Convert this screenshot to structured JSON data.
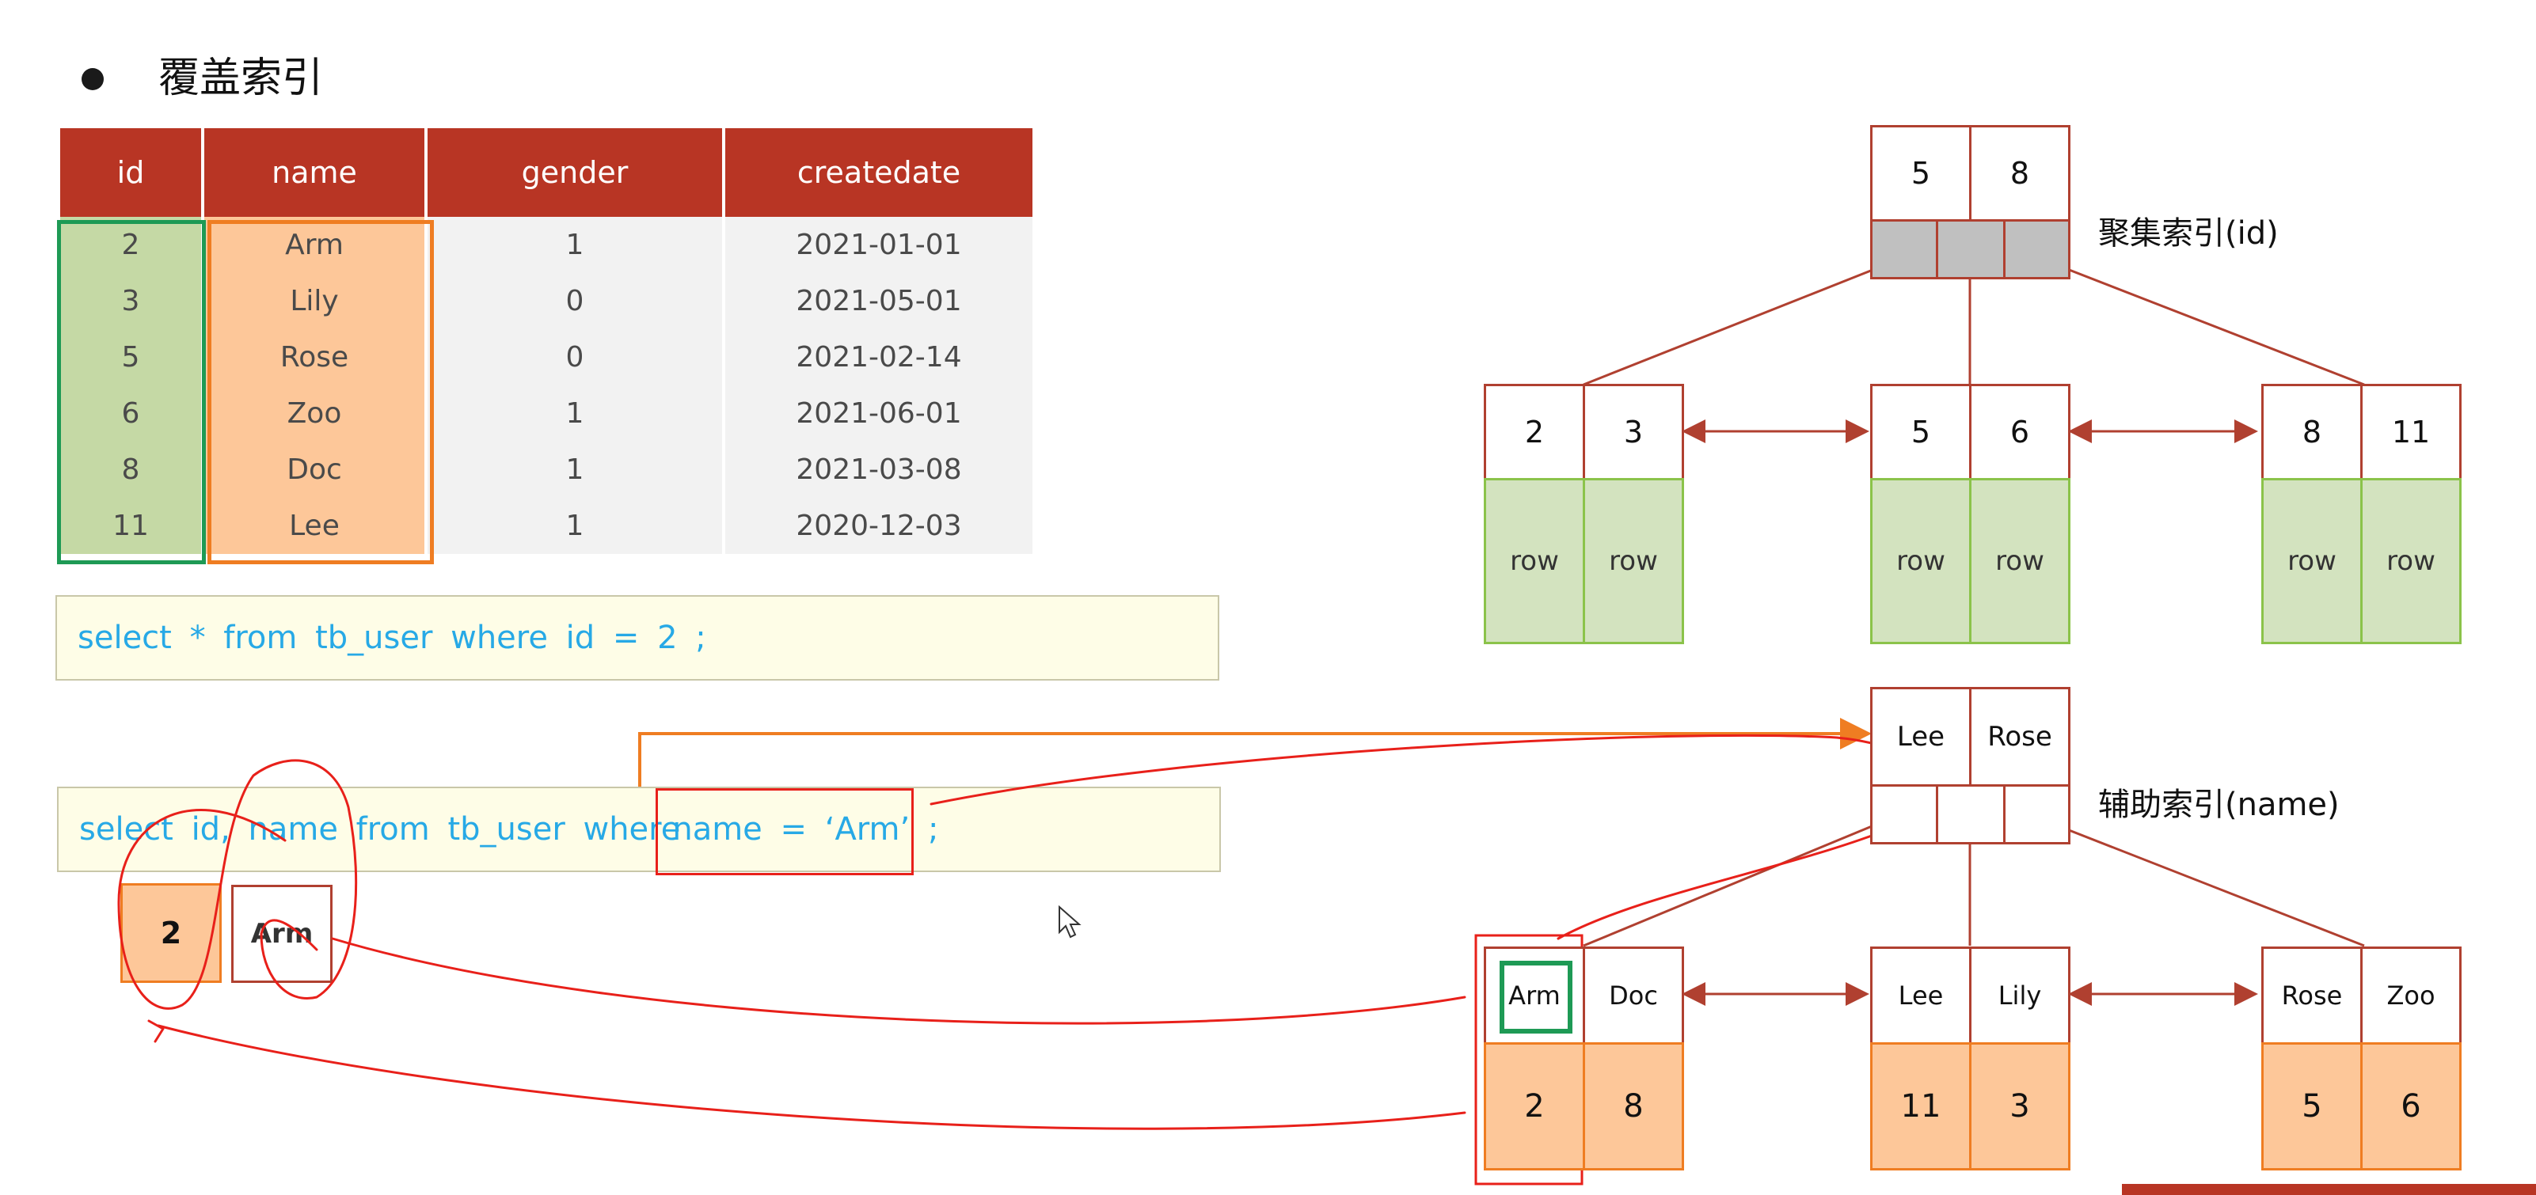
{
  "title": "覆盖索引",
  "table": {
    "columns": [
      "id",
      "name",
      "gender",
      "createdate"
    ],
    "rows": [
      [
        "2",
        "Arm",
        "1",
        "2021-01-01"
      ],
      [
        "3",
        "Lily",
        "0",
        "2021-05-01"
      ],
      [
        "5",
        "Rose",
        "0",
        "2021-02-14"
      ],
      [
        "6",
        "Zoo",
        "1",
        "2021-06-01"
      ],
      [
        "8",
        "Doc",
        "1",
        "2021-03-08"
      ],
      [
        "11",
        "Lee",
        "1",
        "2020-12-03"
      ]
    ]
  },
  "sql": {
    "query1": "select * from tb_user where id = 2 ;",
    "query2_part1": "select id, name from tb_user where ",
    "query2_part2": "name = ‘Arm’ ;"
  },
  "result": {
    "id": "2",
    "name": "Arm"
  },
  "clustered_index": {
    "label": "聚集索引(id)",
    "root": [
      "5",
      "8"
    ],
    "leaves": [
      {
        "keys": [
          "2",
          "3"
        ],
        "rows": [
          "row",
          "row"
        ]
      },
      {
        "keys": [
          "5",
          "6"
        ],
        "rows": [
          "row",
          "row"
        ]
      },
      {
        "keys": [
          "8",
          "11"
        ],
        "rows": [
          "row",
          "row"
        ]
      }
    ]
  },
  "secondary_index": {
    "label": "辅助索引(name)",
    "root": [
      "Lee",
      "Rose"
    ],
    "leaves": [
      {
        "keys": [
          "Arm",
          "Doc"
        ],
        "ids": [
          "2",
          "8"
        ]
      },
      {
        "keys": [
          "Lee",
          "Lily"
        ],
        "ids": [
          "11",
          "3"
        ]
      },
      {
        "keys": [
          "Rose",
          "Zoo"
        ],
        "ids": [
          "5",
          "6"
        ]
      }
    ]
  },
  "colors": {
    "header": "#b83524",
    "node_border": "#b04030",
    "green_fill": "#d3e3bf",
    "orange_fill": "#fdc799",
    "sql_text": "#27a9e6",
    "annotation": "#e8201a"
  }
}
